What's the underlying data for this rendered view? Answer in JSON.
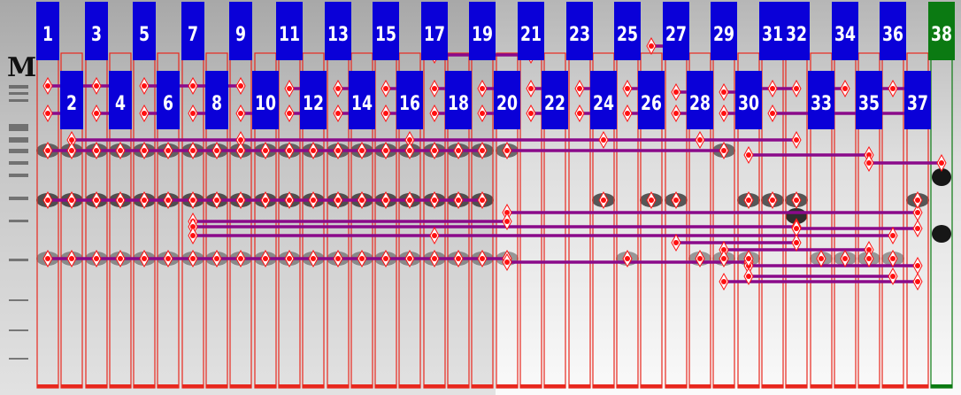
{
  "marker_label": "M",
  "lane_labels": [
    "1",
    "2",
    "3",
    "4",
    "5",
    "6",
    "7",
    "8",
    "9",
    "10",
    "11",
    "12",
    "13",
    "14",
    "15",
    "16",
    "17",
    "18",
    "19",
    "20",
    "21",
    "22",
    "23",
    "24",
    "25",
    "26",
    "27",
    "28",
    "29",
    "30",
    "31",
    "32",
    "33",
    "34",
    "35",
    "36",
    "37",
    "38"
  ],
  "selected_lane_label": "38",
  "colors": {
    "lane_outline": "#e8281e",
    "label_fill": "#0a00d8",
    "label_fill_selected": "#0b7a12",
    "lane_outline_selected": "#0b7a12",
    "match_line": "#8a0a8a",
    "band_marker_fill": "#ff1010",
    "band_marker_outline": "#ffffff",
    "gel_background": "#d9d9d9"
  }
}
